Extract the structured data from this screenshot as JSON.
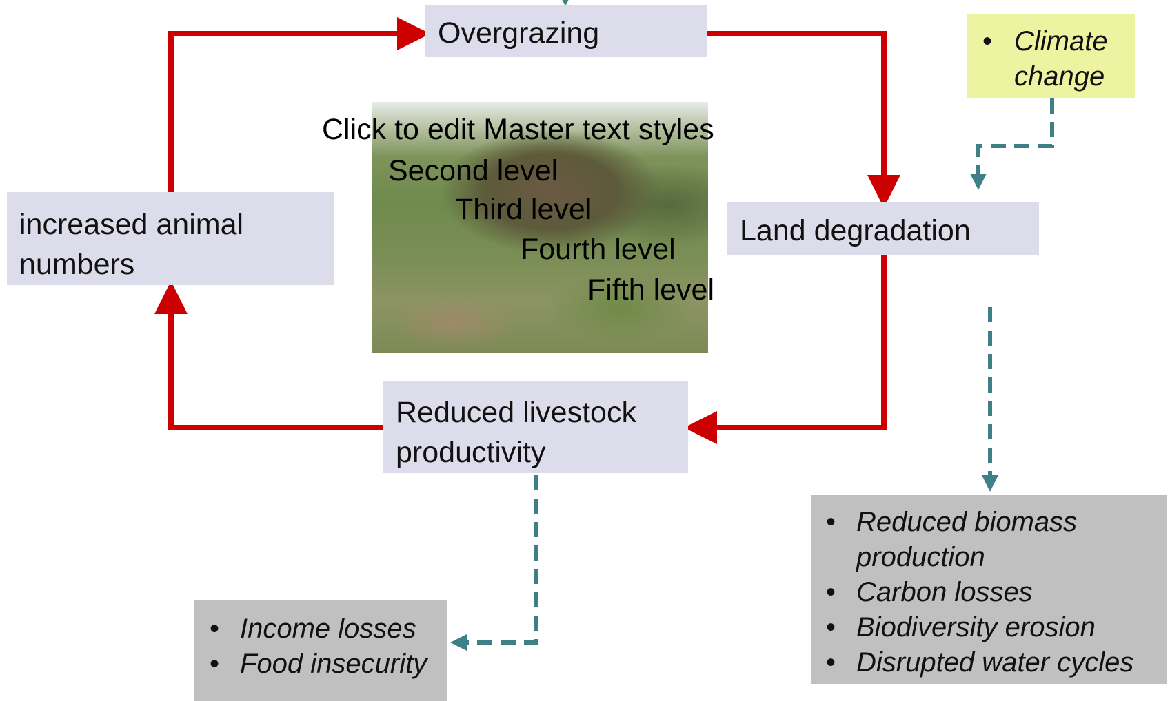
{
  "colors": {
    "feedback_arrow": "#cc0000",
    "impact_arrow": "#3f7f86",
    "box_lavender": "#dcdcea",
    "box_yellow": "#eef3a2",
    "box_gray": "#c0c0c0"
  },
  "nodes": {
    "overgrazing": "Overgrazing",
    "animal_numbers": [
      "increased animal",
      "numbers"
    ],
    "land_degradation": "Land degradation",
    "livestock_productivity": [
      "Reduced livestock",
      "productivity"
    ]
  },
  "driver": {
    "items": [
      "Climate",
      "change"
    ]
  },
  "socioeconomic_impacts": {
    "items": [
      "Income losses",
      "Food insecurity"
    ]
  },
  "environmental_impacts": {
    "items": [
      "Reduced biomass production",
      "Carbon losses",
      "Biodiversity erosion",
      "Disrupted water cycles"
    ]
  },
  "placeholder": {
    "level1": "Click to edit Master text styles",
    "level2": "Second level",
    "level3": "Third level",
    "level4": "Fourth level",
    "level5": "Fifth level"
  }
}
